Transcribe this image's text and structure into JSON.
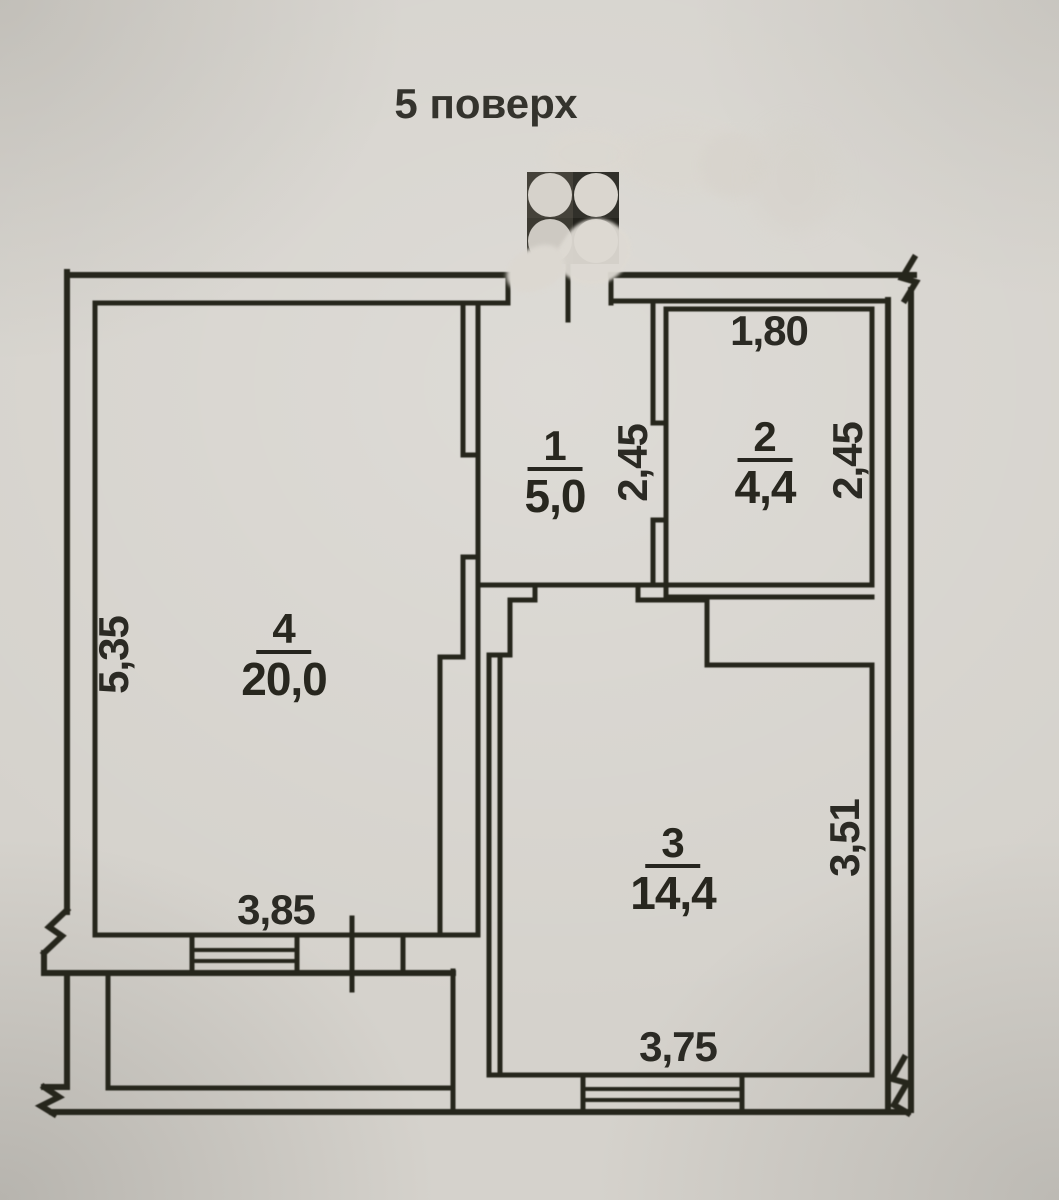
{
  "title": "5 поверх",
  "rooms": [
    {
      "number": "1",
      "area": "5,0"
    },
    {
      "number": "2",
      "area": "4,4"
    },
    {
      "number": "3",
      "area": "14,4"
    },
    {
      "number": "4",
      "area": "20,0"
    }
  ],
  "dimensions": {
    "room1_depth": "2,45",
    "room2_width": "1,80",
    "room2_depth": "2,45",
    "room3_depth": "3,51",
    "room3_width": "3,75",
    "room4_depth": "5,35",
    "room4_width": "3,85"
  },
  "colors": {
    "paper": "#d5d2cc",
    "ink": "#26251f",
    "text": "#2b2a24"
  }
}
